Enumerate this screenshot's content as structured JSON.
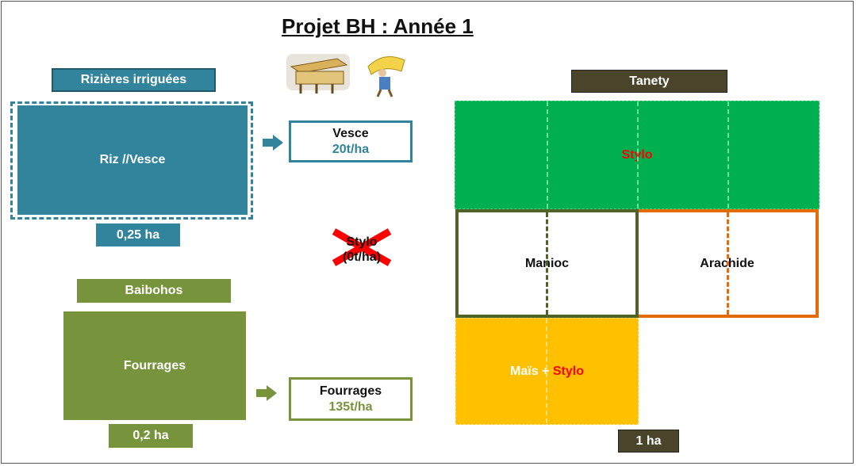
{
  "title": "Projet BH : Année 1",
  "rice": {
    "header": "Rizières irriguées",
    "field": "Riz //Vesce",
    "area": "0,25 ha",
    "output_name": "Vesce",
    "output_yield": "20t/ha"
  },
  "baibohos": {
    "header": "Baibohos",
    "field": "Fourrages",
    "area": "0,2 ha",
    "output_name": "Fourrages",
    "output_yield": "135t/ha"
  },
  "stylo_crossed": {
    "line1": "Stylo",
    "line2": "(0t/ha)"
  },
  "tanety": {
    "header": "Tanety",
    "plot_stylo": "Stylo",
    "plot_manioc": "Manioc",
    "plot_arachide": "Arachide",
    "plot_mais_a": "Maïs + ",
    "plot_mais_b": "Stylo",
    "area": "1 ha"
  },
  "colors": {
    "rice_blue": "#31849B",
    "baibohos_green": "#77933C",
    "tanety_header": "#4A452A",
    "stylo_green": "#00B050",
    "manioc_border": "#4F6228",
    "arachide_border": "#E36C0A",
    "mais_yellow": "#FFC000",
    "red": "#FF0000"
  }
}
